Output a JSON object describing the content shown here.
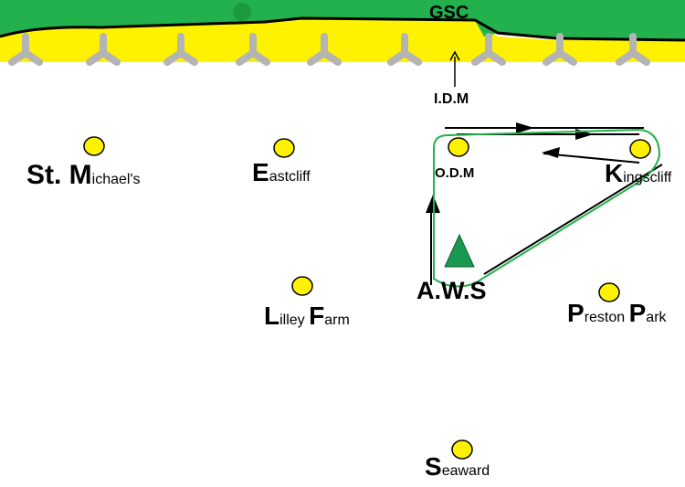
{
  "colors": {
    "grass": "#22b14c",
    "sand": "#fff200",
    "node": "#fff200",
    "groyne": "#b4b4b4",
    "route": "#22b14c",
    "marker": "#1a9850"
  },
  "top": {
    "label": "GSC",
    "idm_label": "I.D.M"
  },
  "places": [
    {
      "id": "st-michaels",
      "big": "St. M",
      "small": "ichael's"
    },
    {
      "id": "eastcliff",
      "big": "E",
      "small": "astcliff"
    },
    {
      "id": "odm",
      "small": "O.D.M"
    },
    {
      "id": "kingscliff",
      "big": "K",
      "small": "ingscliff"
    },
    {
      "id": "aws",
      "big": "A.W.S"
    },
    {
      "id": "lilley-farm",
      "big1": "L",
      "small1": "illey ",
      "big2": "F",
      "small2": "arm"
    },
    {
      "id": "preston-park",
      "big1": "P",
      "small1": "reston ",
      "big2": "P",
      "small2": "ark"
    },
    {
      "id": "seaward",
      "big": "S",
      "small": "eaward"
    }
  ],
  "icons": {
    "node": "yellow-circle",
    "aws": "green-triangle",
    "groyne": "groyne-shape"
  }
}
